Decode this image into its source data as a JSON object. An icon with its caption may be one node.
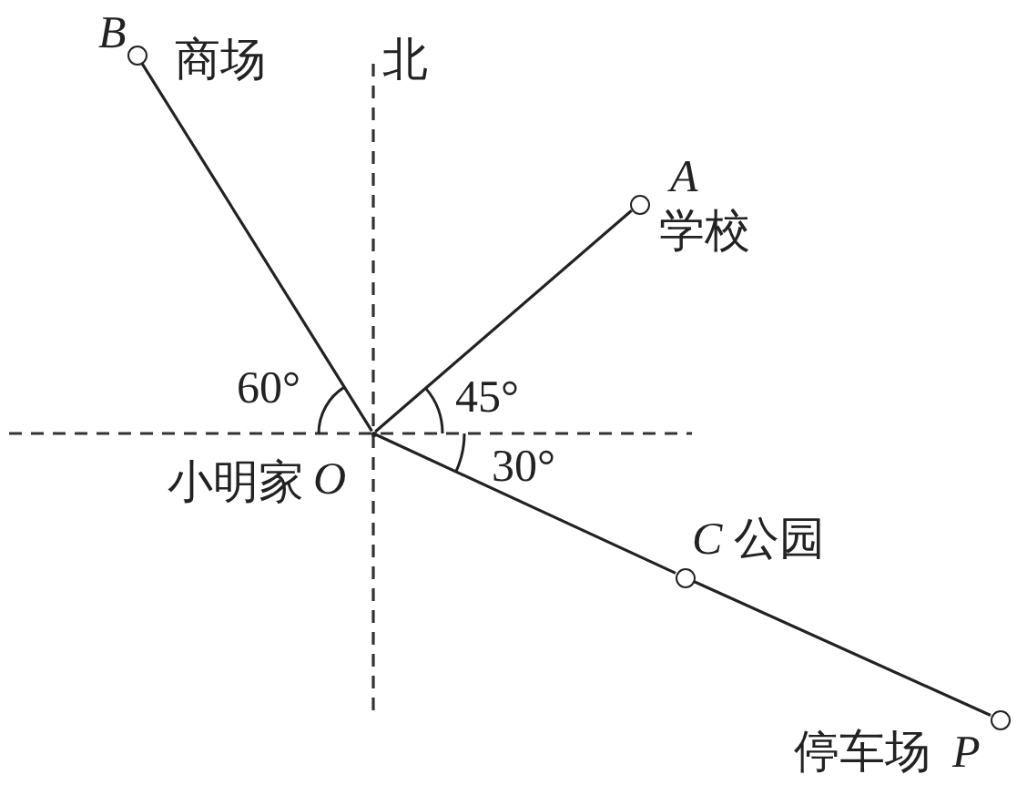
{
  "diagram": {
    "nodes": [
      {
        "text": [],
        "shape": "dot",
        "beside": [
          "小明家",
          "O"
        ]
      },
      {
        "text": [],
        "shape": "circle",
        "beside": [
          "A",
          "学校"
        ]
      },
      {
        "text": [],
        "shape": "circle",
        "beside": [
          "B",
          "商场"
        ]
      },
      {
        "text": [],
        "shape": "circle",
        "beside": [
          "C",
          "公园"
        ]
      },
      {
        "text": [],
        "shape": "circle",
        "beside": [
          "停车场",
          "P"
        ]
      }
    ],
    "edges": [
      {
        "from": 0,
        "to": 2,
        "arrow": "none"
      },
      {
        "from": 0,
        "to": 1,
        "arrow": "none"
      },
      {
        "from": 0,
        "to": 3,
        "arrow": "none"
      },
      {
        "from": 3,
        "to": 4,
        "arrow": "none"
      }
    ],
    "labels": [
      "北",
      "60°",
      "45°",
      "30°"
    ]
  }
}
